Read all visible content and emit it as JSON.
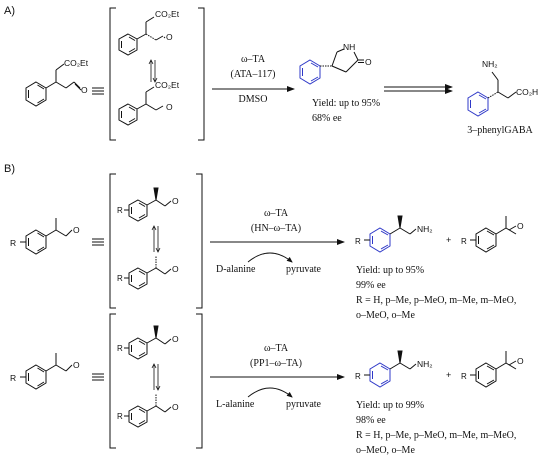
{
  "colors": {
    "highlight": "#2f39c8",
    "ink": "#111111"
  },
  "panel_a": {
    "label": "A)",
    "substrate_label": "CO₂Et",
    "bracket_top_label": "CO₂Et",
    "bracket_bottom_label": "CO₂Et",
    "enzyme": "ω–TA",
    "enzyme_detail": "(ATA–117)",
    "solvent": "DMSO",
    "product_nh": "NH",
    "product_o": "O",
    "yield": "Yield: up to 95%",
    "ee": "68% ee",
    "final_nh2": "NH₂",
    "final_co2h": "CO₂H",
    "final_name": "3–phenylGABA"
  },
  "panel_b": {
    "label": "B)",
    "rows": [
      {
        "enzyme": "ω–TA",
        "enzyme_detail": "(HN–ω–TA)",
        "donor": "D-alanine",
        "coproduct": "pyruvate",
        "yield": "Yield: up to 95%",
        "ee": "99% ee",
        "scope_1": "R = H, p–Me, p–MeO, m–Me, m–MeO,",
        "scope_2": "o–MeO, o–Me"
      },
      {
        "enzyme": "ω–TA",
        "enzyme_detail": "(PP1–ω–TA)",
        "donor": "L-alanine",
        "coproduct": "pyruvate",
        "yield": "Yield: up to 99%",
        "ee": "98% ee",
        "scope_1": "R = H, p–Me, p–MeO, m–Me, m–MeO,",
        "scope_2": "o–MeO, o–Me"
      }
    ],
    "r_label": "R",
    "nh2_label": "NH₂",
    "plus": "+"
  }
}
